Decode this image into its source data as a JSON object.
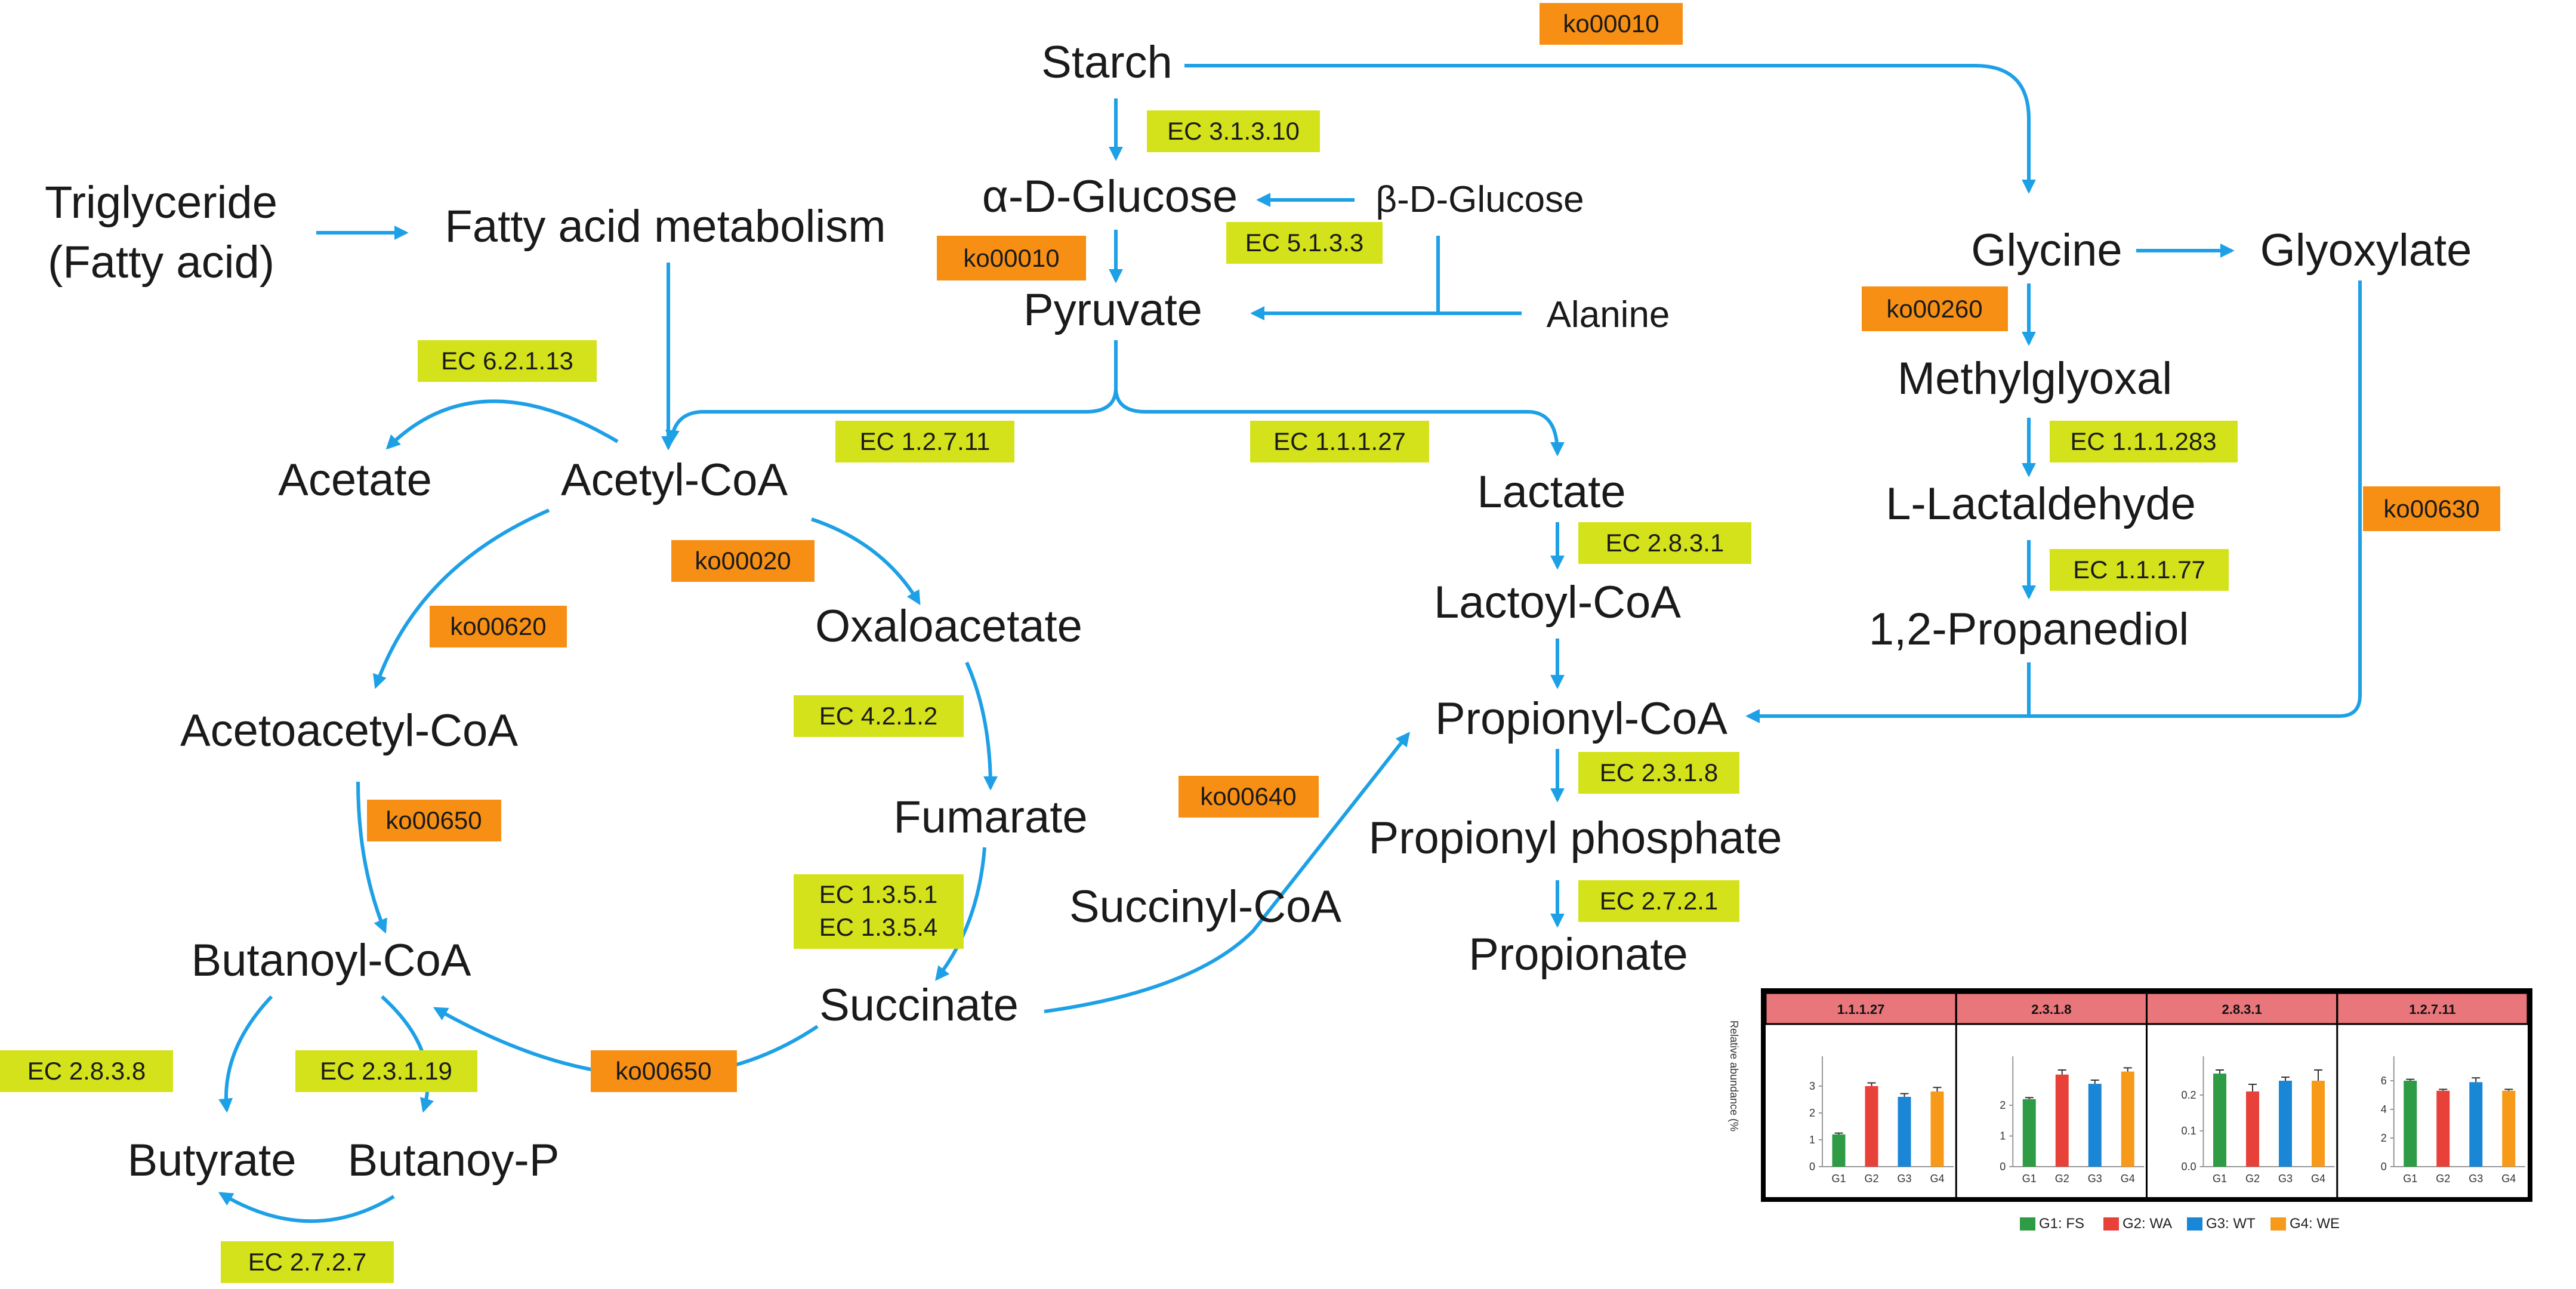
{
  "colors": {
    "arrow": "#1ea0e6",
    "ec_box": "#d4e21b",
    "ko_box": "#f78f14",
    "inset_header": "#e8767a",
    "g1": "#2e9b45",
    "g2": "#e8413a",
    "g3": "#1a87d6",
    "g4": "#f79a1a"
  },
  "nodes": {
    "starch": "Starch",
    "alpha_glucose": "α-D-Glucose",
    "beta_glucose": "β-D-Glucose",
    "pyruvate": "Pyruvate",
    "alanine": "Alanine",
    "triglyceride_1": "Triglyceride",
    "triglyceride_2": "(Fatty acid)",
    "fatty_acid_metabolism": "Fatty acid metabolism",
    "acetate": "Acetate",
    "acetyl_coa": "Acetyl-CoA",
    "oxaloacetate": "Oxaloacetate",
    "fumarate": "Fumarate",
    "succinate": "Succinate",
    "succinyl_coa": "Succinyl-CoA",
    "acetoacetyl_coa": "Acetoacetyl-CoA",
    "butanoyl_coa": "Butanoyl-CoA",
    "butyrate": "Butyrate",
    "butanoy_p": "Butanoy-P",
    "lactate": "Lactate",
    "lactoyl_coa": "Lactoyl-CoA",
    "propionyl_coa": "Propionyl-CoA",
    "propionyl_phosphate": "Propionyl phosphate",
    "propionate": "Propionate",
    "glycine": "Glycine",
    "glyoxylate": "Glyoxylate",
    "methylglyoxal": "Methylglyoxal",
    "l_lactaldehyde": "L-Lactaldehyde",
    "propanediol": "1,2-Propanediol"
  },
  "ec_labels": {
    "ec_3_1_3_10": "EC 3.1.3.10",
    "ec_5_1_3_3": "EC 5.1.3.3",
    "ec_6_2_1_13": "EC 6.2.1.13",
    "ec_1_2_7_11": "EC 1.2.7.11",
    "ec_1_1_1_27": "EC 1.1.1.27",
    "ec_4_2_1_2": "EC 4.2.1.2",
    "ec_1_3_5_1": "EC 1.3.5.1",
    "ec_1_3_5_4": "EC 1.3.5.4",
    "ec_2_8_3_8": "EC 2.8.3.8",
    "ec_2_3_1_19": "EC 2.3.1.19",
    "ec_2_7_2_7": "EC 2.7.2.7",
    "ec_2_8_3_1": "EC 2.8.3.1",
    "ec_2_3_1_8": "EC 2.3.1.8",
    "ec_2_7_2_1": "EC 2.7.2.1",
    "ec_1_1_1_283": "EC 1.1.1.283",
    "ec_1_1_1_77": "EC 1.1.1.77"
  },
  "ko_labels": {
    "ko00010_top": "ko00010",
    "ko00010_glucose": "ko00010",
    "ko00020": "ko00020",
    "ko00620": "ko00620",
    "ko00650_left": "ko00650",
    "ko00650_bottom": "ko00650",
    "ko00640": "ko00640",
    "ko00260": "ko00260",
    "ko00630": "ko00630"
  },
  "chart_data": {
    "type": "bar",
    "ylabel": "Relative abundance (%",
    "categories": [
      "G1",
      "G2",
      "G3",
      "G4"
    ],
    "legend": [
      {
        "key": "g1",
        "label": "G1: FS"
      },
      {
        "key": "g2",
        "label": "G2: WA"
      },
      {
        "key": "g3",
        "label": "G3: WT"
      },
      {
        "key": "g4",
        "label": "G4: WE"
      }
    ],
    "panels": [
      {
        "title": "1.1.1.27",
        "ylim": [
          0,
          4
        ],
        "yticks": [
          "0",
          "1",
          "2",
          "3"
        ],
        "tickvals": [
          0,
          1,
          2,
          3
        ],
        "values": [
          1.2,
          3.0,
          2.6,
          2.8
        ],
        "errors": [
          0.05,
          0.12,
          0.12,
          0.15
        ]
      },
      {
        "title": "2.3.1.8",
        "ylim": [
          0,
          3.5
        ],
        "yticks": [
          "0",
          "1",
          "2"
        ],
        "tickvals": [
          0,
          1,
          2
        ],
        "values": [
          2.2,
          3.0,
          2.7,
          3.1
        ],
        "errors": [
          0.05,
          0.15,
          0.12,
          0.12
        ]
      },
      {
        "title": "2.8.3.1",
        "ylim": [
          0,
          0.3
        ],
        "yticks": [
          "0.0",
          "0.1",
          "0.2"
        ],
        "tickvals": [
          0,
          0.1,
          0.2
        ],
        "values": [
          0.26,
          0.21,
          0.24,
          0.24
        ],
        "errors": [
          0.01,
          0.02,
          0.01,
          0.03
        ]
      },
      {
        "title": "1.2.7.11",
        "ylim": [
          0,
          7.5
        ],
        "yticks": [
          "0",
          "2",
          "4",
          "6"
        ],
        "tickvals": [
          0,
          2,
          4,
          6
        ],
        "values": [
          6.0,
          5.3,
          5.9,
          5.3
        ],
        "errors": [
          0.1,
          0.1,
          0.3,
          0.1
        ]
      }
    ]
  }
}
